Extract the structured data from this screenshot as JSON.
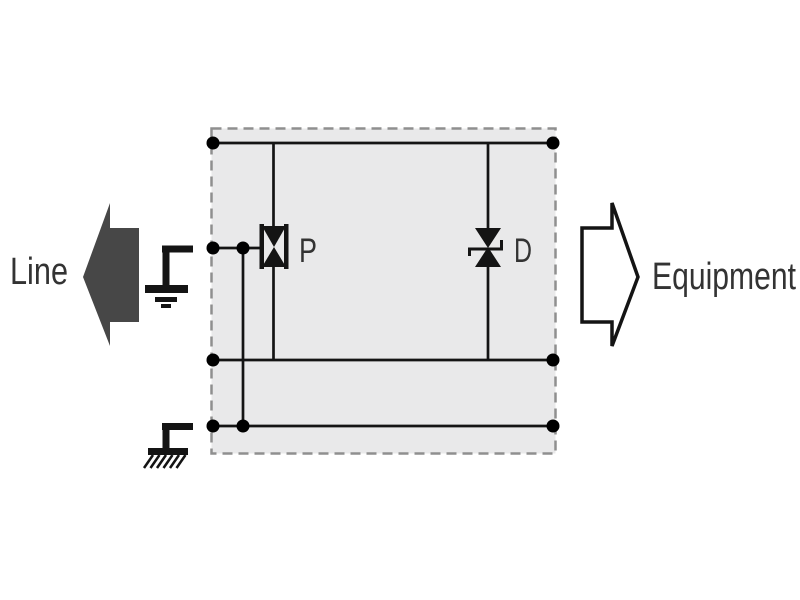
{
  "labels": {
    "line": "Line",
    "equipment": "Equipment",
    "protection_element": "P",
    "diode_element": "D"
  },
  "icons": {
    "line_arrow": "arrow-left-filled",
    "equipment_arrow": "arrow-right-outline",
    "signal_ground": "ground-symbol-bars",
    "earth_ground": "earth-ground-symbol-hatched",
    "protection_element": "surge-arrester-symbol",
    "diode_element": "bidirectional-tvs-diode-symbol",
    "connection_node": "junction-dot"
  },
  "colors": {
    "background": "#ffffff",
    "module_fill": "#e9e9ea",
    "module_border": "#8f8f8f",
    "wire": "#141414",
    "node": "#000000",
    "line_arrow_fill": "#474747",
    "equipment_arrow_fill": "#ffffff",
    "equipment_arrow_stroke": "#141414",
    "label_text": "#333333"
  }
}
